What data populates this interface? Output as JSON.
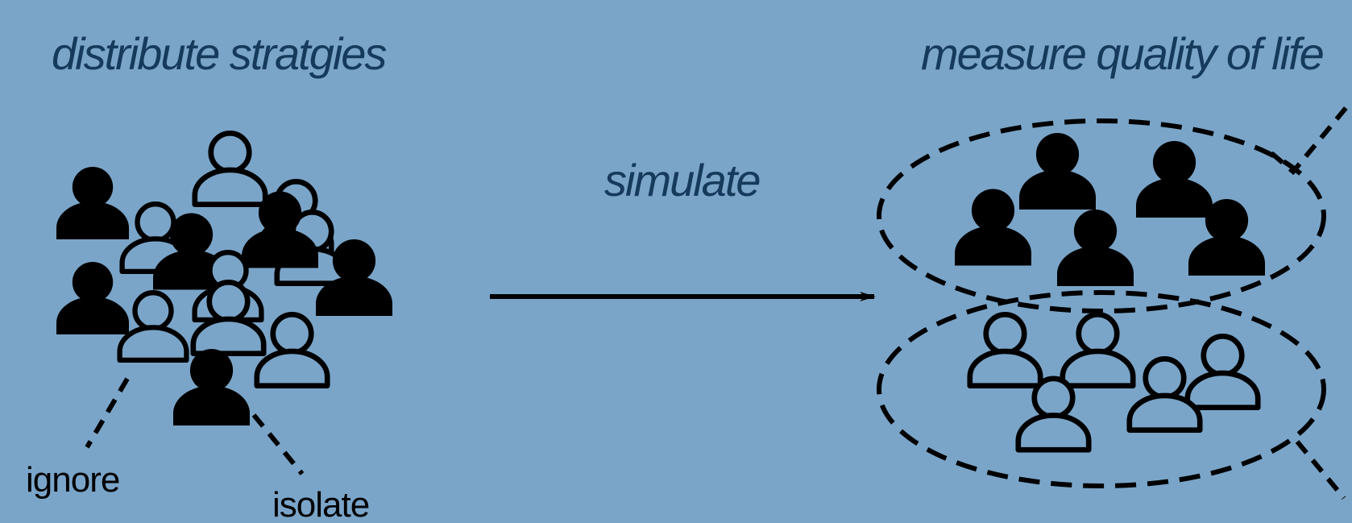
{
  "texts": {
    "left_title": "distribute stratgies",
    "right_title": "measure quality of life",
    "arrow_label": "simulate",
    "label_ignore": "ignore",
    "label_isolate": "isolate"
  },
  "colors": {
    "background": "#7aa5c9",
    "title_text": "#153a5c",
    "figure": "#000000"
  },
  "icons": {
    "filled_person": "person-filled-icon",
    "outline_person": "person-outline-icon"
  }
}
